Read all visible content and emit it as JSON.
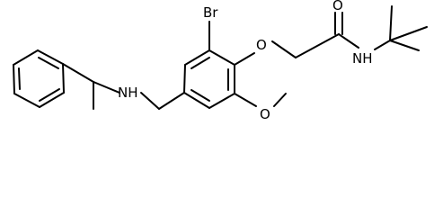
{
  "molecule": {
    "atoms": {
      "bromine": "Br",
      "ether_oxygen": "O",
      "carbonyl_oxygen": "O",
      "amide_nitrogen": "NH",
      "amine_nitrogen": "NH",
      "methoxy_oxygen": "O"
    }
  }
}
